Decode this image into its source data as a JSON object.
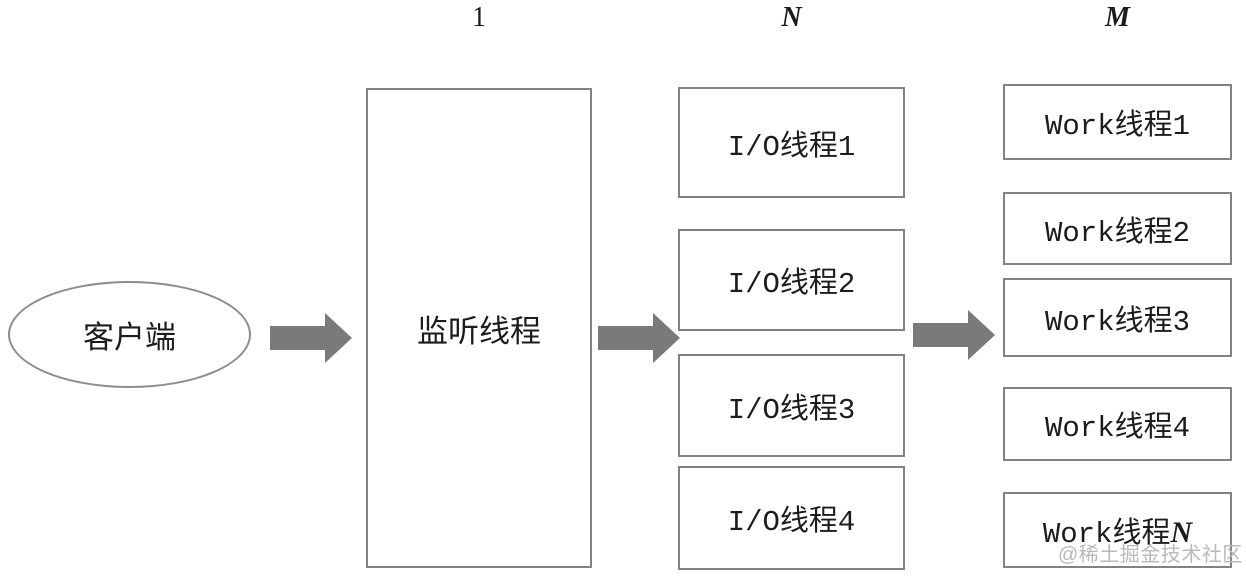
{
  "counts": {
    "listener": "1",
    "io": "N",
    "work": "M"
  },
  "client": {
    "label": "客户端"
  },
  "listener": {
    "label": "监听线程"
  },
  "io_threads": [
    "I/O线程1",
    "I/O线程2",
    "I/O线程3",
    "I/O线程4"
  ],
  "work_threads": [
    "Work线程1",
    "Work线程2",
    "Work线程3",
    "Work线程4"
  ],
  "work_thread_n": {
    "prefix": "Work线程",
    "suffix": "N"
  },
  "watermark": "@稀土掘金技术社区",
  "colors": {
    "arrow": "#7a7a7a",
    "box_border": "#828282",
    "text": "#1c1c1c",
    "watermark": "#b9b9b9"
  }
}
